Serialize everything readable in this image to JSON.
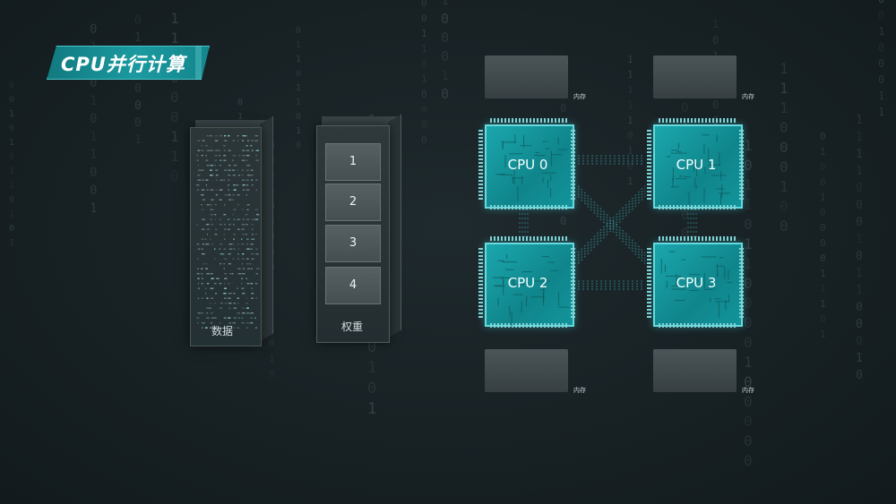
{
  "title": "CPU并行计算",
  "data_block": {
    "label": "数据"
  },
  "weight_block": {
    "label": "权重",
    "cells": [
      "1",
      "2",
      "3",
      "4"
    ]
  },
  "memory_label": "内存",
  "cpus": [
    "CPU 0",
    "CPU 1",
    "CPU 2",
    "CPU 3"
  ],
  "colors": {
    "accent": "#1a9aa0",
    "background": "#172023",
    "cpu_border": "#66dadf"
  }
}
